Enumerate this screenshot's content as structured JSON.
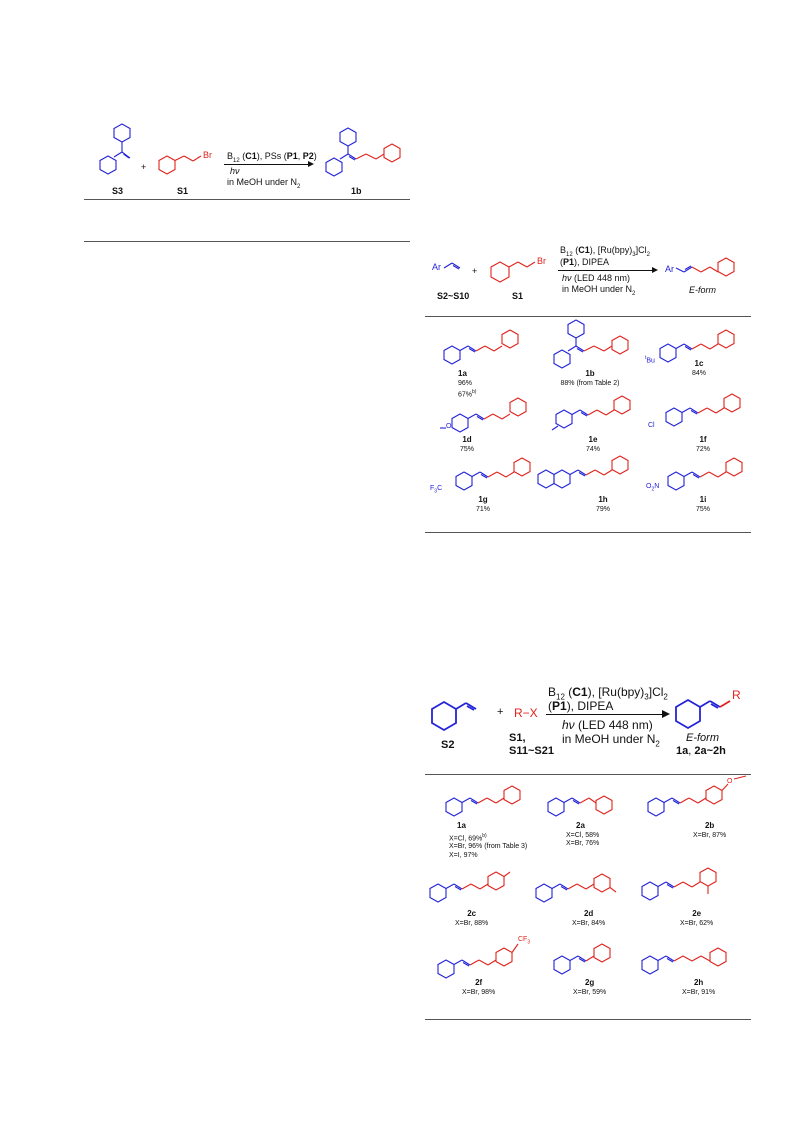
{
  "table2": {
    "reactant1_label": "S3",
    "plus": "+",
    "reactant2_label": "S1",
    "br": "Br",
    "cond_line1": "B12 (C1), PSs (P1, P2)",
    "cond_line2": "hν",
    "cond_line3": "in MeOH under N2",
    "product_label": "1b"
  },
  "table3": {
    "reactant1_label": "S2~S10",
    "ar": "Ar",
    "plus": "+",
    "reactant2_label": "S1",
    "br": "Br",
    "cond_line1": "B12 (C1), [Ru(bpy)3]Cl2",
    "cond_line2": "(P1), DIPEA",
    "cond_line3": "hν (LED 448 nm)",
    "cond_line4": "in MeOH under N2",
    "product_ar": "Ar",
    "product_label": "E-form",
    "entries": [
      {
        "id": "1a",
        "yield": "96%",
        "extra": "67%b)"
      },
      {
        "id": "1b",
        "yield": "88% (from Table 2)"
      },
      {
        "id": "1c",
        "yield": "84%",
        "sub": "tBu"
      },
      {
        "id": "1d",
        "yield": "75%"
      },
      {
        "id": "1e",
        "yield": "74%"
      },
      {
        "id": "1f",
        "yield": "72%",
        "sub": "Cl"
      },
      {
        "id": "1g",
        "yield": "71%",
        "sub": "F3C"
      },
      {
        "id": "1h",
        "yield": "79%"
      },
      {
        "id": "1i",
        "yield": "75%",
        "sub": "O2N"
      }
    ]
  },
  "table4": {
    "reactant1_label": "S2",
    "plus": "+",
    "rx": "R−X",
    "reactant2_label_a": "S1,",
    "reactant2_label_b": "S11~S21",
    "cond_line1": "B12 (C1), [Ru(bpy)3]Cl2",
    "cond_line2": "(P1), DIPEA",
    "cond_line3": "hν (LED 448 nm)",
    "cond_line4": "in MeOH under N2",
    "product_r": "R",
    "product_label1": "E-form",
    "product_label2": "1a, 2a~2h",
    "entries": [
      {
        "id": "1a",
        "lines": [
          "X=Cl, 69%b)",
          "X=Br, 96% (from Table 3)",
          "X=I, 97%"
        ]
      },
      {
        "id": "2a",
        "lines": [
          "X=Cl, 58%",
          "X=Br, 76%"
        ]
      },
      {
        "id": "2b",
        "lines": [
          "X=Br, 87%"
        ]
      },
      {
        "id": "2c",
        "lines": [
          "X=Br, 88%"
        ]
      },
      {
        "id": "2d",
        "lines": [
          "X=Br, 84%"
        ]
      },
      {
        "id": "2e",
        "lines": [
          "X=Br, 62%"
        ]
      },
      {
        "id": "2f",
        "lines": [
          "X=Br, 98%"
        ],
        "sub": "CF3"
      },
      {
        "id": "2g",
        "lines": [
          "X=Br, 59%"
        ]
      },
      {
        "id": "2h",
        "lines": [
          "X=Br, 91%"
        ]
      }
    ]
  },
  "colors": {
    "blue": "#2323d8",
    "red": "#e0231d",
    "rule": "#555555"
  }
}
